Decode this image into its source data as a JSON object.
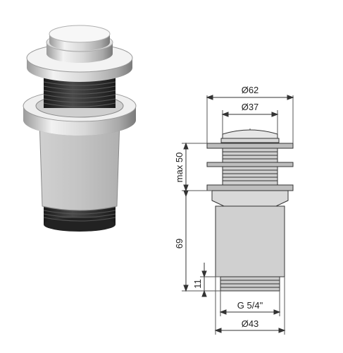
{
  "dimensions": {
    "overall_top_diameter": "Ø62",
    "cap_diameter": "Ø37",
    "flange_height": "max 50",
    "body_height": "69",
    "thread_height": "11",
    "thread_size": "G 5/4\"",
    "bottom_diameter": "Ø43"
  },
  "colors": {
    "metal_light": "#f0f0f0",
    "metal_mid": "#c8c8c8",
    "metal_dark": "#8a8a8a",
    "rubber": "#2a2a2a",
    "line": "#333333"
  }
}
